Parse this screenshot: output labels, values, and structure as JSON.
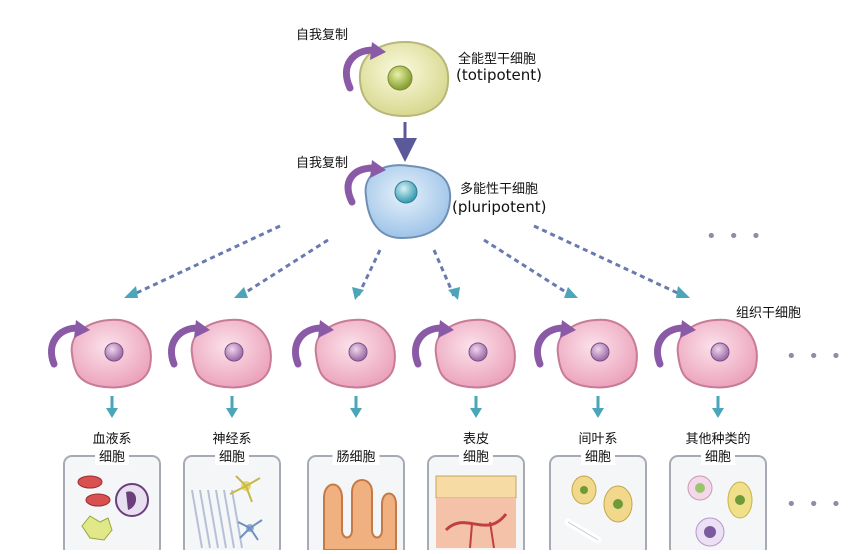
{
  "top": {
    "self_renew": "自我复制",
    "name": "全能型干细胞",
    "eng": "(totipotent)"
  },
  "middle": {
    "self_renew": "自我复制",
    "name": "多能性干细胞",
    "eng": "(pluripotent)"
  },
  "tissue_stem_label": "组织干细胞",
  "ellipsis": "…",
  "branches": [
    {
      "l1": "血液系",
      "l2": "细胞",
      "icon": "blood-cells-icon"
    },
    {
      "l1": "神经系",
      "l2": "细胞",
      "icon": "nerve-cells-icon"
    },
    {
      "l1": "肠细胞",
      "l2": "",
      "icon": "intestine-cells-icon"
    },
    {
      "l1": "表皮",
      "l2": "细胞",
      "icon": "skin-cells-icon"
    },
    {
      "l1": "间叶系",
      "l2": "细胞",
      "icon": "mesenchymal-cells-icon"
    },
    {
      "l1": "其他种类的",
      "l2": "细胞",
      "icon": "other-cells-icon"
    }
  ],
  "colors": {
    "totipotent_cell": "#e6e6a8",
    "pluripotent_cell": "#b9d6f0",
    "tissue_cell": "#f4c0d0",
    "self_renew_arrow": "#8a5aa6",
    "solid_arrow": "#5a5a9a",
    "dashed_arrow": "#6a7ab0",
    "teal_arrow": "#4aa6b8"
  }
}
